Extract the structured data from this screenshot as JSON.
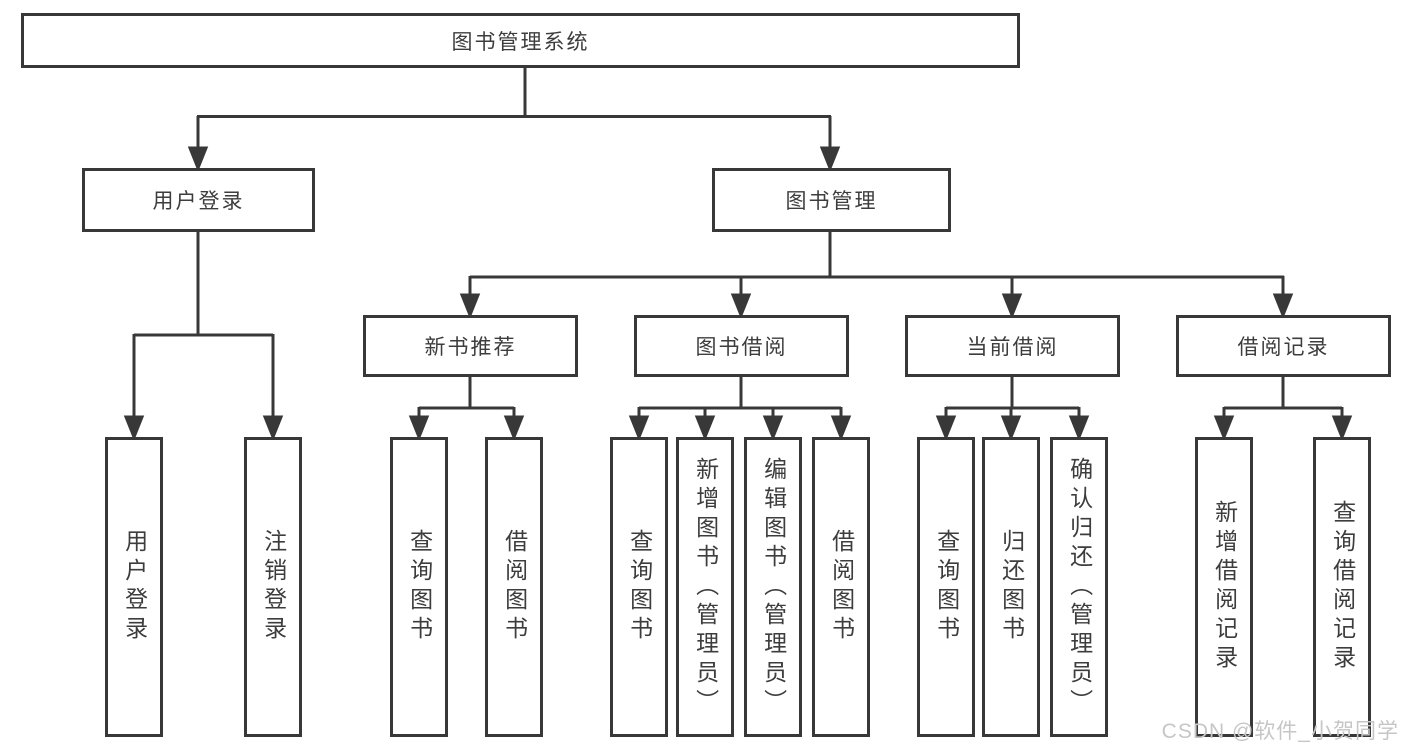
{
  "tree": {
    "root": {
      "label": "图书管理系统"
    },
    "user_login": {
      "label": "用户登录",
      "children": [
        "用户登录",
        "注销登录"
      ]
    },
    "book_mgmt": {
      "label": "图书管理"
    },
    "new_book_rec": {
      "label": "新书推荐",
      "children": [
        "查询图书",
        "借阅图书"
      ]
    },
    "book_borrow": {
      "label": "图书借阅",
      "children": [
        "查询图书",
        "新增图书（管理员）",
        "编辑图书（管理员）",
        "借阅图书"
      ]
    },
    "current_borrow": {
      "label": "当前借阅",
      "children": [
        "查询图书",
        "归还图书",
        "确认归还（管理员）"
      ]
    },
    "borrow_records": {
      "label": "借阅记录",
      "children": [
        "新增借阅记录",
        "查询借阅记录"
      ]
    }
  },
  "colors": {
    "line": "#383838",
    "text": "#3d3d3d",
    "watermark": "#c6c6c6"
  },
  "watermark": {
    "text": "CSDN @软件_小贺同学"
  }
}
